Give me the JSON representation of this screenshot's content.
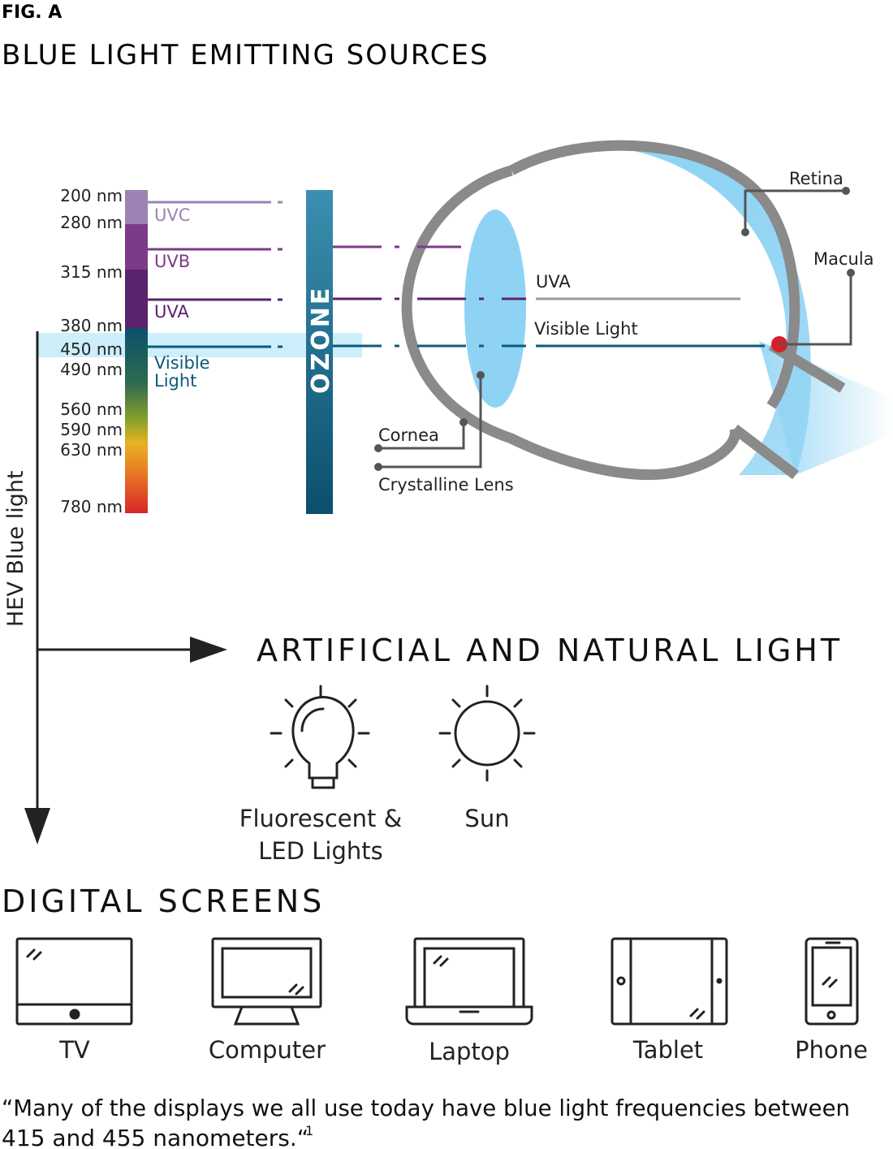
{
  "header": {
    "fig_label": "FIG. A",
    "title": "BLUE LIGHT EMITTING SOURCES"
  },
  "spectrum": {
    "wavelengths": [
      "200 nm",
      "280 nm",
      "315 nm",
      "380 nm",
      "450 nm",
      "490 nm",
      "560 nm",
      "590 nm",
      "630 nm",
      "780 nm"
    ],
    "bands": [
      {
        "label": "UVC",
        "color": "#9b84b5"
      },
      {
        "label": "UVB",
        "color": "#7b3b86"
      },
      {
        "label": "UVA",
        "color": "#5a236b"
      },
      {
        "label_line1": "Visible",
        "label_line2": "Light",
        "color": "#0c5a7a"
      }
    ],
    "ozone_label": "OZONE",
    "hev_label": "HEV Blue light"
  },
  "eye": {
    "ray_uva": "UVA",
    "ray_visible": "Visible Light",
    "retina": "Retina",
    "macula": "Macula",
    "cornea": "Cornea",
    "lens": "Crystalline Lens"
  },
  "artificial": {
    "heading": "ARTIFICIAL AND NATURAL LIGHT",
    "bulb_line1": "Fluorescent &",
    "bulb_line2": "LED Lights",
    "sun": "Sun"
  },
  "digital": {
    "heading": "DIGITAL SCREENS",
    "devices": [
      "TV",
      "Computer",
      "Laptop",
      "Tablet",
      "Phone"
    ]
  },
  "quote": {
    "line1": "“Many of the displays we all use today have blue light frequencies between",
    "line2": "415 and 455 nanometers.“",
    "footnote": "1"
  },
  "colors": {
    "uvc": "#9b84b5",
    "uvb": "#7b3b86",
    "uva": "#5a236b",
    "visible": "#0c5a7a",
    "eye_gray": "#8a8a8a",
    "lens_blue": "#8fd3f4",
    "macula_red": "#d42027"
  }
}
